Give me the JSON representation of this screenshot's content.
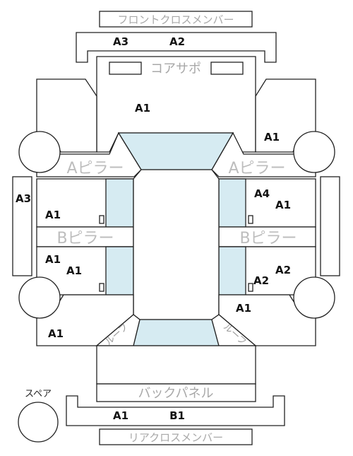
{
  "parts": {
    "front_cross_member": "フロントクロスメンバー",
    "core_support": "コアサポ",
    "a_pillar_left": "Aピラー",
    "a_pillar_right": "Aピラー",
    "b_pillar_left": "Bピラー",
    "b_pillar_right": "Bピラー",
    "back_panel": "バックパネル",
    "rear_cross_member": "リアクロスメンバー",
    "spare": "スペア",
    "roof_left": "ルーフ",
    "roof_right": "ルーフ"
  },
  "grades": {
    "front_cross_left": "A3",
    "front_cross_right": "A2",
    "core_area": "A1",
    "front_fender_right": "A1",
    "left_side_panel": "A3",
    "front_door_left": "A1",
    "front_door_right_upper": "A4",
    "front_door_right": "A1",
    "rear_door_left_upper": "A1",
    "rear_door_left": "A1",
    "rear_door_right": "A2",
    "rear_door_right_lower": "A2",
    "rear_quarter_right": "A1",
    "rear_quarter_left": "A1",
    "rear_cross_left": "A1",
    "rear_cross_right": "B1"
  }
}
